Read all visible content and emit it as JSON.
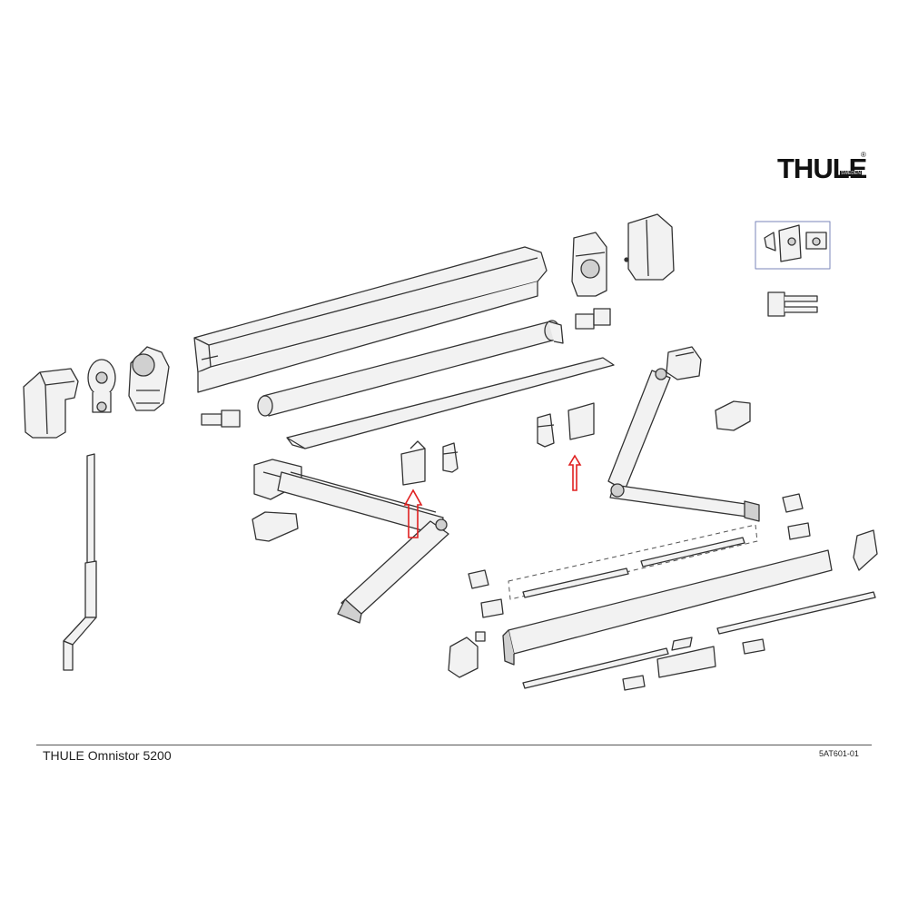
{
  "brand": {
    "logo_text": "THULE",
    "logo_subtext": "SWEDEN",
    "registered_mark": "®"
  },
  "footer": {
    "title": "THULE Omnistor 5200",
    "code": "5AT601-01"
  },
  "colors": {
    "line": "#333333",
    "part_fill": "#f2f2f2",
    "part_shade": "#d0d0d0",
    "highlight": "#e02020",
    "inset_frame": "#7a86b8"
  }
}
